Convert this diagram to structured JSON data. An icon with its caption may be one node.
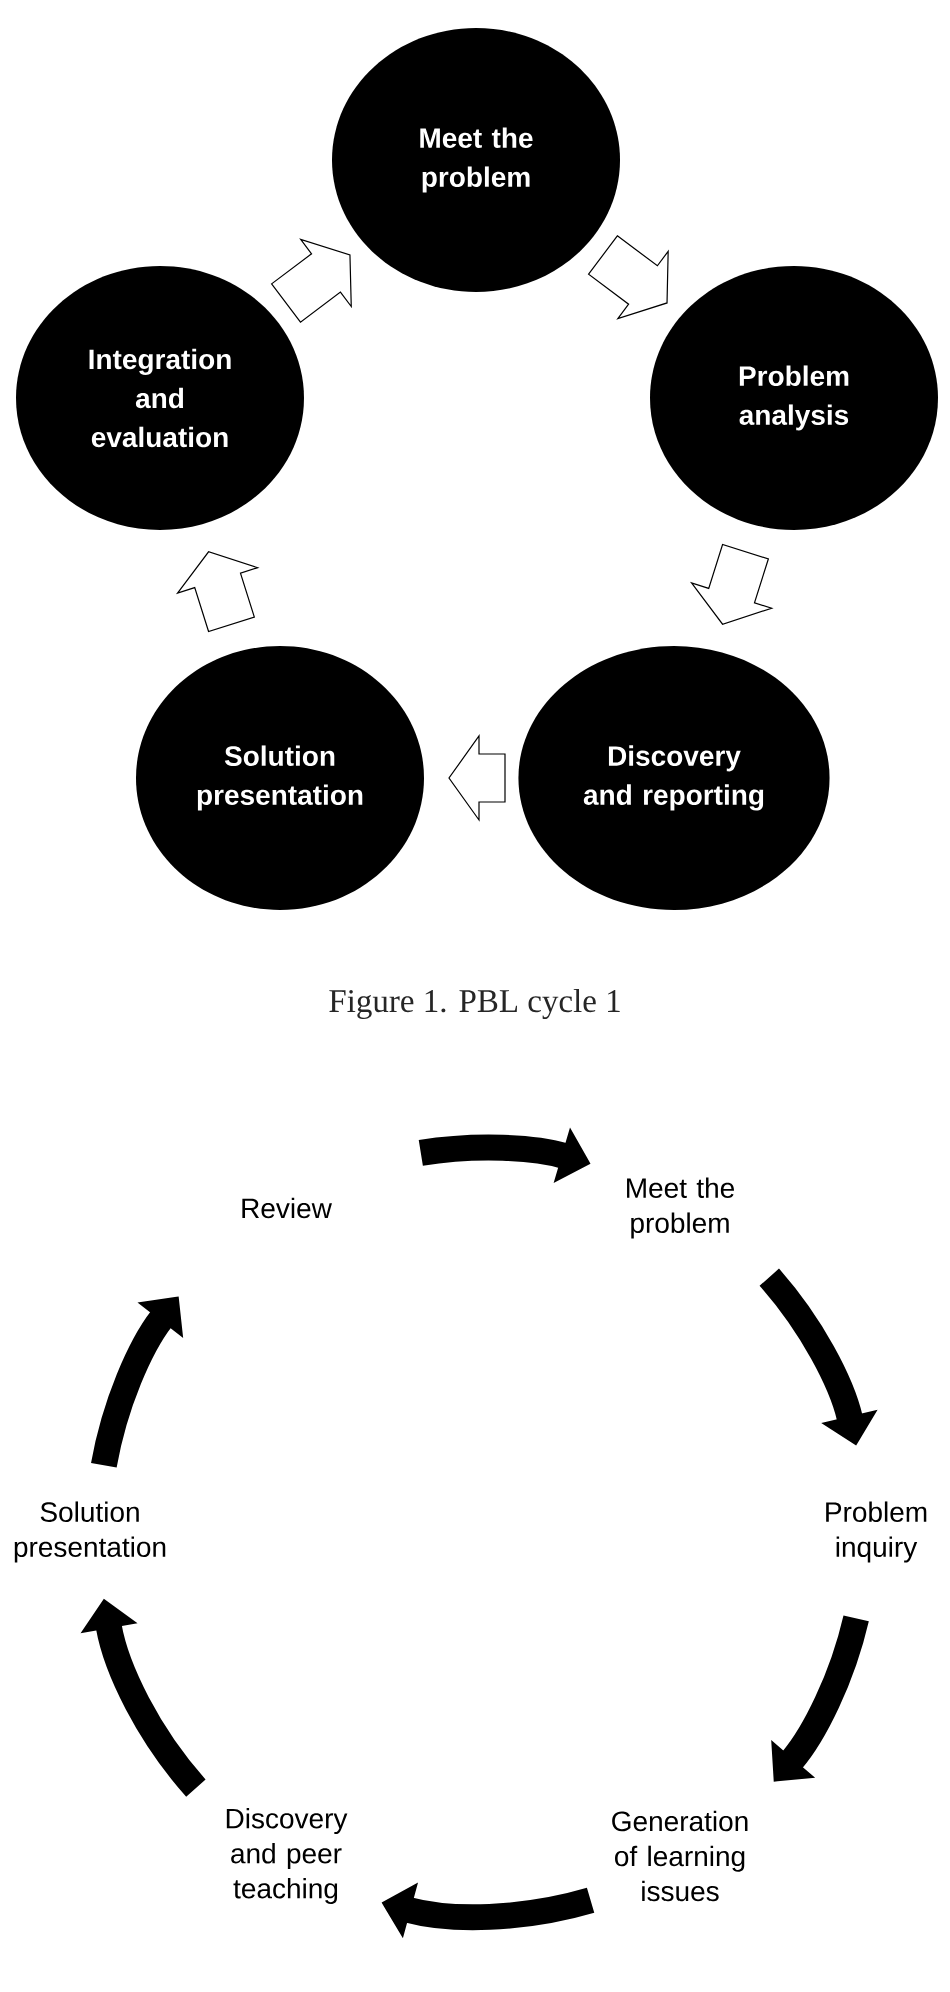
{
  "diagram": {
    "caption": "Figure 1. PBL cycle 1",
    "nodes": [
      {
        "text": [
          "Meet the problem"
        ]
      },
      {
        "text": [
          "Integration and evaluation"
        ]
      },
      {
        "text": [
          "Problem analysis"
        ]
      },
      {
        "text": [
          "Solution presentation"
        ]
      },
      {
        "text": [
          "Discovery and reporting"
        ]
      },
      {
        "text": [
          "Review"
        ]
      },
      {
        "text": [
          "Meet the problem"
        ]
      },
      {
        "text": [
          "Solution presentation"
        ]
      },
      {
        "text": [
          "Problem inquiry"
        ]
      },
      {
        "text": [
          "Discovery and peer teaching"
        ]
      },
      {
        "text": [
          "Generation of learning issues"
        ]
      }
    ],
    "edges": [
      {
        "from": 1,
        "to": 0,
        "arrow": "to"
      },
      {
        "from": 0,
        "to": 2,
        "arrow": "to"
      },
      {
        "from": 2,
        "to": 4,
        "arrow": "to"
      },
      {
        "from": 4,
        "to": 3,
        "arrow": "to"
      },
      {
        "from": 3,
        "to": 1,
        "arrow": "to"
      },
      {
        "from": 5,
        "to": 6,
        "arrow": "to"
      },
      {
        "from": 6,
        "to": 8,
        "arrow": "to"
      },
      {
        "from": 8,
        "to": 10,
        "arrow": "to"
      },
      {
        "from": 10,
        "to": 9,
        "arrow": "to"
      },
      {
        "from": 9,
        "to": 7,
        "arrow": "to"
      },
      {
        "from": 7,
        "to": 5,
        "arrow": "to"
      }
    ]
  }
}
